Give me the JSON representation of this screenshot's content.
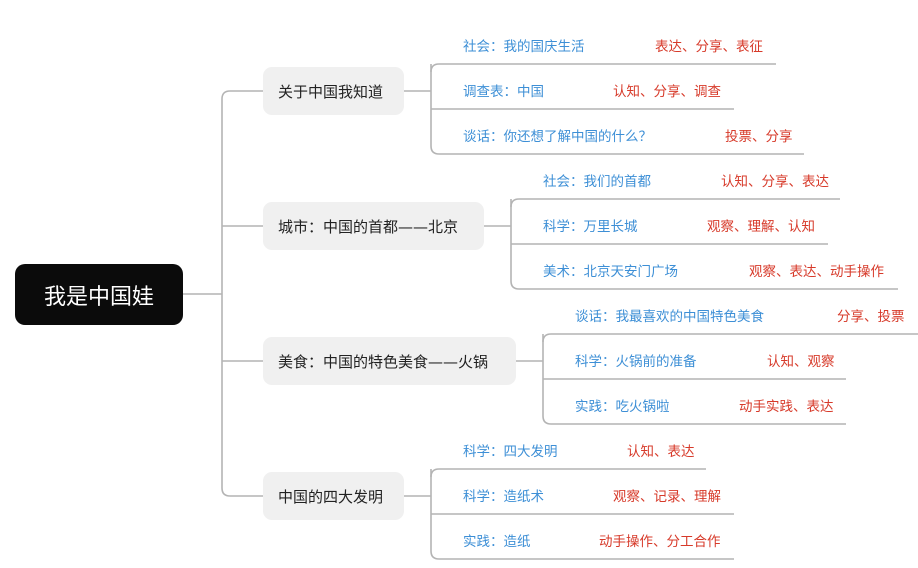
{
  "root": {
    "label": "我是中国娃"
  },
  "branches": [
    {
      "label": "关于中国我知道",
      "leaves": [
        {
          "topic": "社会：我的国庆生活",
          "skills": "表达、分享、表征"
        },
        {
          "topic": "调查表：中国",
          "skills": "认知、分享、调查"
        },
        {
          "topic": "谈话：你还想了解中国的什么？",
          "skills": "投票、分享"
        }
      ]
    },
    {
      "label": "城市：中国的首都——北京",
      "leaves": [
        {
          "topic": "社会：我们的首都",
          "skills": "认知、分享、表达"
        },
        {
          "topic": "科学：万里长城",
          "skills": "观察、理解、认知"
        },
        {
          "topic": "美术：北京天安门广场",
          "skills": "观察、表达、动手操作"
        }
      ]
    },
    {
      "label": "美食：中国的特色美食——火锅",
      "leaves": [
        {
          "topic": "谈话：我最喜欢的中国特色美食",
          "skills": "分享、投票"
        },
        {
          "topic": "科学：火锅前的准备",
          "skills": "认知、观察"
        },
        {
          "topic": "实践：吃火锅啦",
          "skills": "动手实践、表达"
        }
      ]
    },
    {
      "label": "中国的四大发明",
      "leaves": [
        {
          "topic": "科学：四大发明",
          "skills": "认知、表达"
        },
        {
          "topic": "科学：造纸术",
          "skills": "观察、记录、理解"
        },
        {
          "topic": "实践：造纸",
          "skills": "动手操作、分工合作"
        }
      ]
    }
  ]
}
